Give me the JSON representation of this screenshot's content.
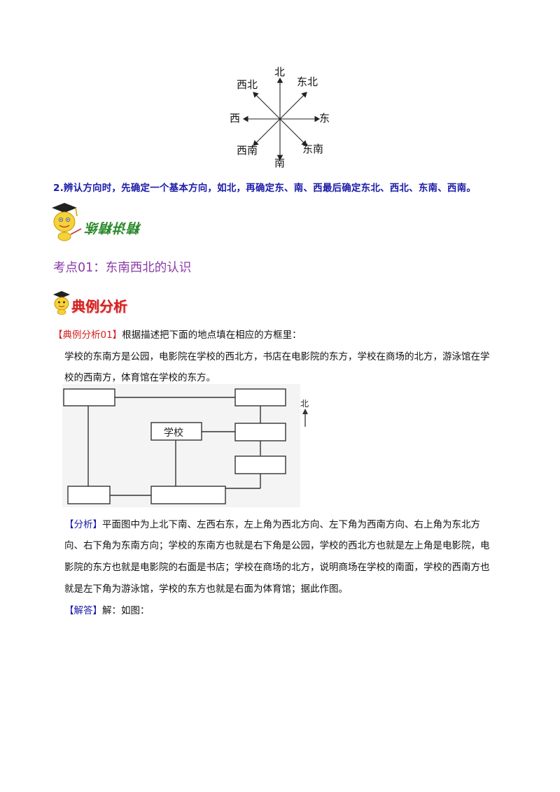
{
  "compass": {
    "north": "北",
    "northeast": "东北",
    "east": "东",
    "southeast": "东南",
    "south": "南",
    "southwest": "西南",
    "west": "西",
    "northwest": "西北"
  },
  "tip": {
    "text": "2.辨认方向时，先确定一个基本方向，如北，再确定东、南、西最后确定东北、西北、东南、西南。"
  },
  "banner": {
    "lecture": "精讲精练",
    "example_title": "典例分析"
  },
  "section": {
    "title": "考点01：东南西北的认识"
  },
  "example": {
    "tag": "【典例分析01】",
    "prompt": "根据描述把下面的地点填在相应的方框里：",
    "body_line1": "学校的东南方是公园，电影院在学校的西北方，书店在电影院的东方，学校在商场的北方，游泳馆在学",
    "body_line2": "校的西南方，体育馆在学校的东方。"
  },
  "map": {
    "school_label": "学校",
    "north_label": "北"
  },
  "analysis": {
    "tag": "【分析】",
    "line1": "平面图中为上北下南、左西右东，左上角为西北方向、左下角为西南方向、右上角为东北方",
    "line2": "向、右下角为东南方向；学校的东南方也就是右下角是公园，学校的西北方也就是左上角是电影院，电",
    "line3": "影院的东方也就是电影院的右面是书店；学校在商场的北方，说明商场在学校的南面，学校的西南方也",
    "line4": "就是左下角为游泳馆，学校的东方也就是右面为体育馆；据此作图。"
  },
  "answer": {
    "tag": "【解答】",
    "text": "解：如图："
  }
}
